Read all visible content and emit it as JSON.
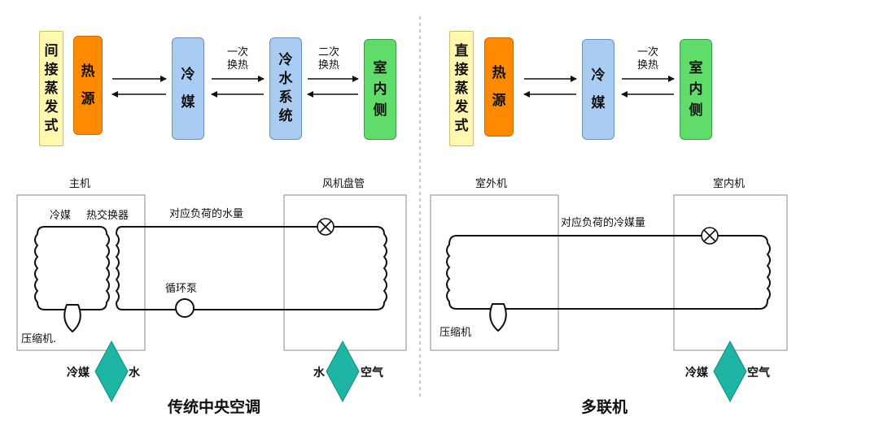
{
  "left": {
    "blocks": {
      "evaporation": "间接蒸发式",
      "heat_source": "热源",
      "refrigerant": "冷媒",
      "water_system": "冷水系统",
      "indoor": "室内侧"
    },
    "exchange_labels": {
      "first": "一次\n换热",
      "second": "二次\n换热"
    },
    "main_unit": "主机",
    "fan_coil": "风机盘管",
    "refrigerant_label": "冷媒",
    "heat_exchanger_label": "热交换器",
    "water_flow_label": "对应负荷的水量",
    "pump_label": "循环泵",
    "compressor_label": "压缩机.",
    "tag1_left": "冷媒",
    "tag1_right": "水",
    "tag2_left": "水",
    "tag2_right": "空气",
    "caption": "传统中央空调"
  },
  "right": {
    "blocks": {
      "evaporation": "直接蒸发式",
      "heat_source": "热源",
      "refrigerant": "冷媒",
      "indoor": "室内侧"
    },
    "exchange_labels": {
      "first": "一次\n换热"
    },
    "outdoor_unit": "室外机",
    "indoor_unit": "室内机",
    "refrigerant_flow_label": "对应负荷的冷媒量",
    "compressor_label": "压缩机",
    "tag_left": "冷媒",
    "tag_right": "空气",
    "caption": "多联机"
  },
  "colors": {
    "yellow_block": "#fff9b0",
    "orange_block": "#ff8a00",
    "blue_block": "#a9ccf3",
    "green_block": "#5fdc6a",
    "diamond": "#1fb5a4",
    "line": "#111111",
    "frame": "#888888"
  }
}
